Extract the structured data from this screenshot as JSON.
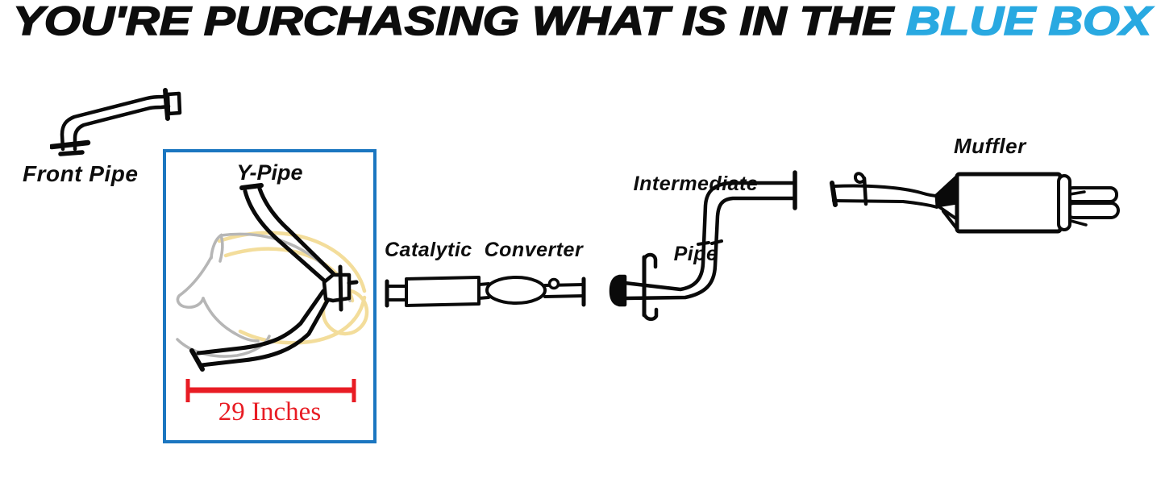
{
  "header": {
    "text_black": "YOU'RE PURCHASING WHAT IS IN THE",
    "text_blue": "BLUE BOX",
    "black_color": "#0d0d0d",
    "blue_color": "#29a9e1"
  },
  "diagram": {
    "front_pipe": {
      "label": "Front Pipe"
    },
    "y_pipe": {
      "label": "Y-Pipe",
      "measurement": "29 Inches",
      "highlight_box_color": "#1b76c0",
      "measurement_color": "#e81c24"
    },
    "catalytic_converter": {
      "label": "Catalytic  Converter"
    },
    "intermediate_pipe": {
      "label_line1": "Intermediate",
      "label_line2": "Pipe"
    },
    "muffler": {
      "label": "Muffler"
    },
    "line_color": "#0a0a0a",
    "watermark": {
      "name": "horse-head-logo",
      "gray": "#b6b6b6",
      "gold": "#f3dd9b"
    }
  }
}
